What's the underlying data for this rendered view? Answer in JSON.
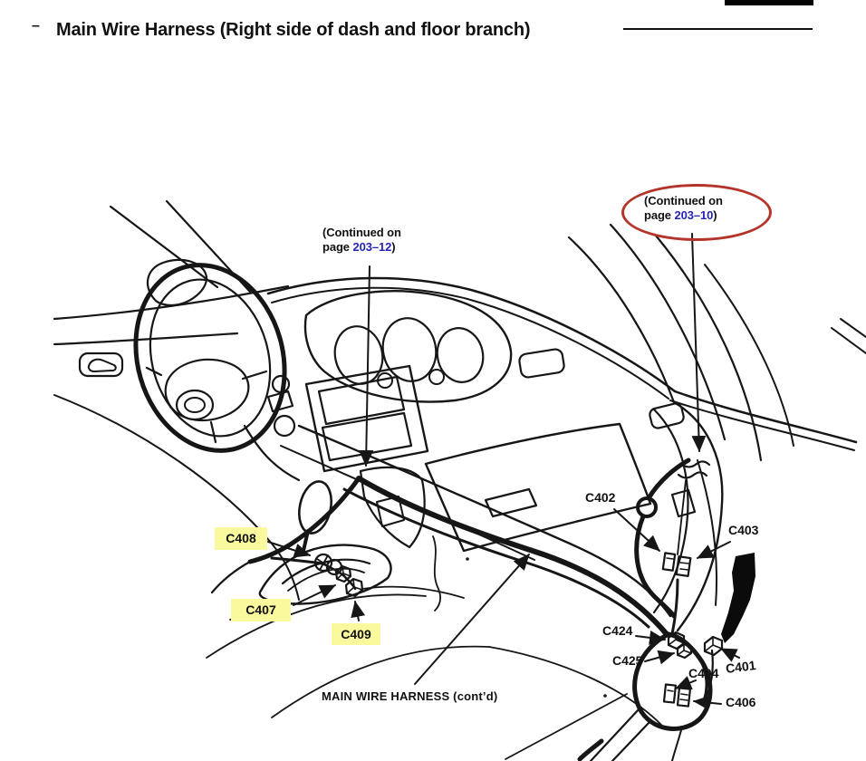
{
  "header": {
    "dash_glyph": "–",
    "title": "Main Wire Harness (Right side of dash and floor branch)"
  },
  "notes": {
    "left": {
      "line1": "(Continued on",
      "line2_prefix": "page ",
      "page": "203–12",
      "line2_suffix": ")"
    },
    "right": {
      "line1": "(Continued on",
      "line2_prefix": "page ",
      "page": "203–10",
      "line2_suffix": ")"
    }
  },
  "connectors": {
    "c401": "C401",
    "c402": "C402",
    "c403": "C403",
    "c404": "C404",
    "c406": "C406",
    "c424": "C424",
    "c425": "C425",
    "c407": "C407",
    "c408": "C408",
    "c409": "C409"
  },
  "highlighted_connectors": [
    "C408",
    "C407",
    "C409"
  ],
  "caption": {
    "text": "MAIN WIRE HARNESS (cont’d)"
  },
  "colors": {
    "ink": "#161616",
    "link_blue": "#2424b8",
    "highlight_yellow": "#fbf99d",
    "circle_red": "#b5342a"
  }
}
